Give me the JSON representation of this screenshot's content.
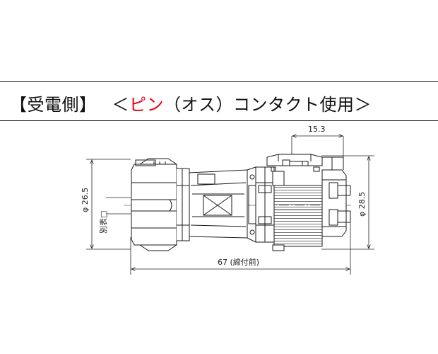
{
  "title": {
    "bracket_label": "【受電側】",
    "open": "＜",
    "type_label": "ピン",
    "rest": "（オス）コンタクト使用＞",
    "accent_color": "#e60012"
  },
  "dimensions": {
    "top_width": "15.3",
    "left_diameter": "φ 26.5",
    "right_diameter": "φ 28.5",
    "total_length": "67 (締付前)",
    "side_note": "別表□"
  }
}
